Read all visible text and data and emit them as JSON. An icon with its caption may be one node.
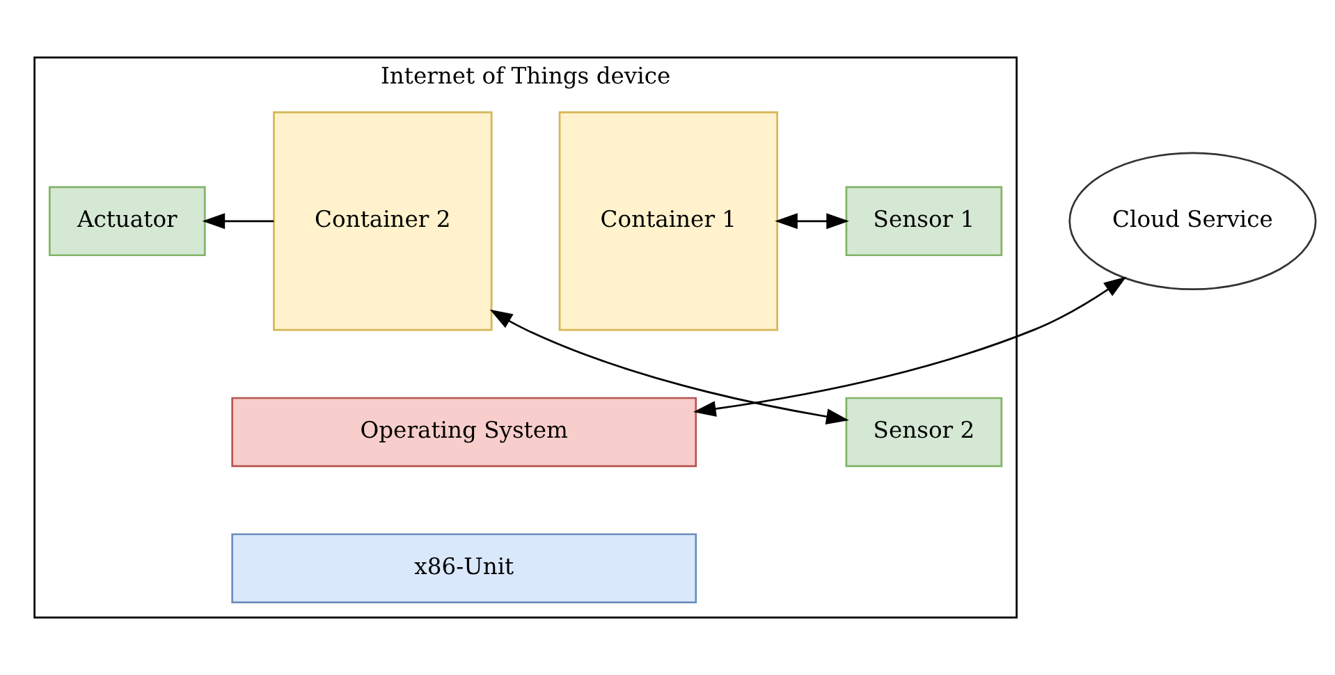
{
  "diagram": {
    "nodes": [
      {
        "text": [
          "Internet of Things device"
        ]
      },
      {
        "text": [
          "Sensor 1"
        ],
        "in": 0
      },
      {
        "text": [
          "Sensor 2"
        ],
        "in": 0
      },
      {
        "text": [
          "Container 1"
        ],
        "in": 0
      },
      {
        "text": [
          "Container 2"
        ],
        "in": 0
      },
      {
        "text": [
          "Actuator"
        ],
        "in": 0
      },
      {
        "text": [
          "Operating System"
        ],
        "in": 0
      },
      {
        "text": [
          "x86-Unit"
        ],
        "in": 0
      },
      {
        "text": [
          "Cloud Service"
        ]
      }
    ],
    "edges": [
      {
        "from": 3,
        "to": 1,
        "arrow": "both"
      },
      {
        "from": 4,
        "to": 2,
        "arrow": "both"
      },
      {
        "from": 4,
        "to": 5,
        "arrow": "to"
      },
      {
        "from": 8,
        "to": 6,
        "arrow": "both"
      }
    ]
  }
}
